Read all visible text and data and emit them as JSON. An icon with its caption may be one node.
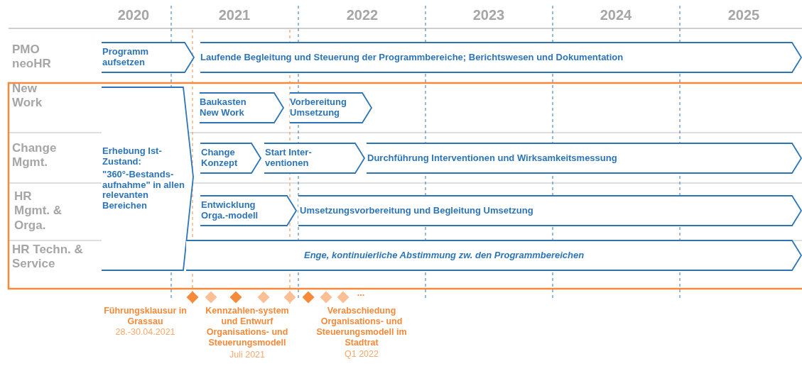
{
  "diagram": {
    "nodes": [
      {
        "text": [
          "Programm aufsetzen"
        ]
      },
      {
        "text": [
          "Laufende Begleitung und Steuerung der Programmbereiche; Berichtswesen und Dokumentation"
        ]
      },
      {
        "text": [
          "Erhebung Ist-Zustand:",
          "\"360°-Bestands-aufnahme\" in allen relevanten Bereichen"
        ]
      },
      {
        "text": [
          "Baukasten New Work"
        ]
      },
      {
        "text": [
          "Vorbereitung Umsetzung"
        ]
      },
      {
        "text": [
          "Change Konzept"
        ]
      },
      {
        "text": [
          "Start Inter-ventionen"
        ]
      },
      {
        "text": [
          "Durchführung Interventionen und Wirksamkeitsmessung"
        ]
      },
      {
        "text": [
          "Entwicklung Orga.-modell"
        ]
      },
      {
        "text": [
          "Umsetzungsvorbereitung und Begleitung Umsetzung"
        ]
      },
      {
        "text": [
          "Enge, kontinuierliche Abstimmung zw. den Programmbereichen"
        ]
      }
    ],
    "labels": [
      "2020",
      "2021",
      "2022",
      "2023",
      "2024",
      "2025",
      "PMO neoHR",
      "New Work",
      "Change Mgmt.",
      "HR Mgmt. & Orga.",
      "HR Techn. & Service",
      "...",
      "Führungsklausur in Grassau",
      "28.-30.04.2021",
      "Kennzahlen-system und Entwurf Organisations- und Steuerungsmodell",
      "Juli 2021",
      "Verabschiedung Organisations- und Steuerungsmodell im Stadtrat",
      "Q1 2022"
    ]
  }
}
